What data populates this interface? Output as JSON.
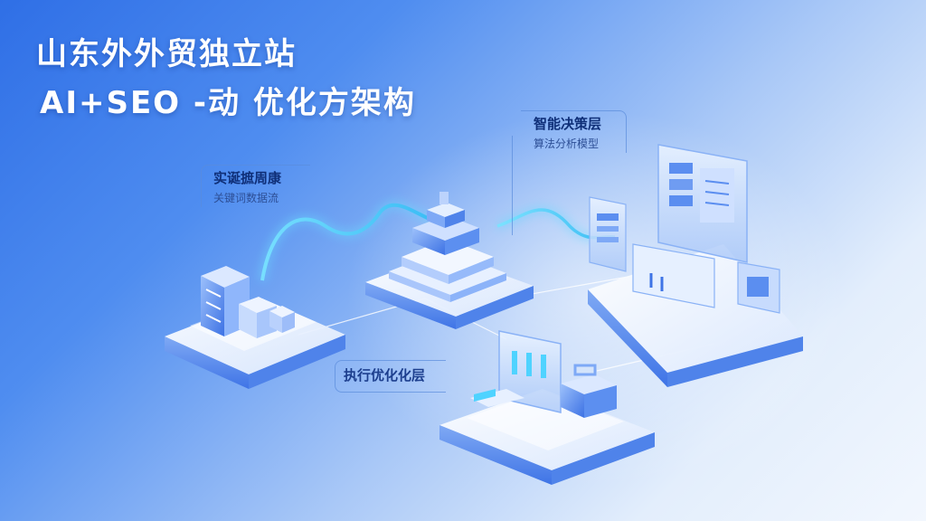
{
  "title": {
    "line1": "山东外外贸独立站",
    "line2": "AI+SEO -动 优化方架构"
  },
  "layers": {
    "data": {
      "label": "实诞摭周康",
      "sub": "关键词数据流"
    },
    "decision": {
      "label": "智能决策层",
      "sub": "算法分析模型"
    },
    "execution": {
      "label": "执行优化化层"
    }
  },
  "colors": {
    "accent": "#2f6fe6",
    "flow": "#4fd3ff",
    "platform": "#cfe0fb",
    "block": "#5b8ef0"
  },
  "icons": [
    "server-stack-icon",
    "processor-chip-icon",
    "monitor-dashboard-icon",
    "document-panel-icon",
    "toolbox-icon"
  ]
}
